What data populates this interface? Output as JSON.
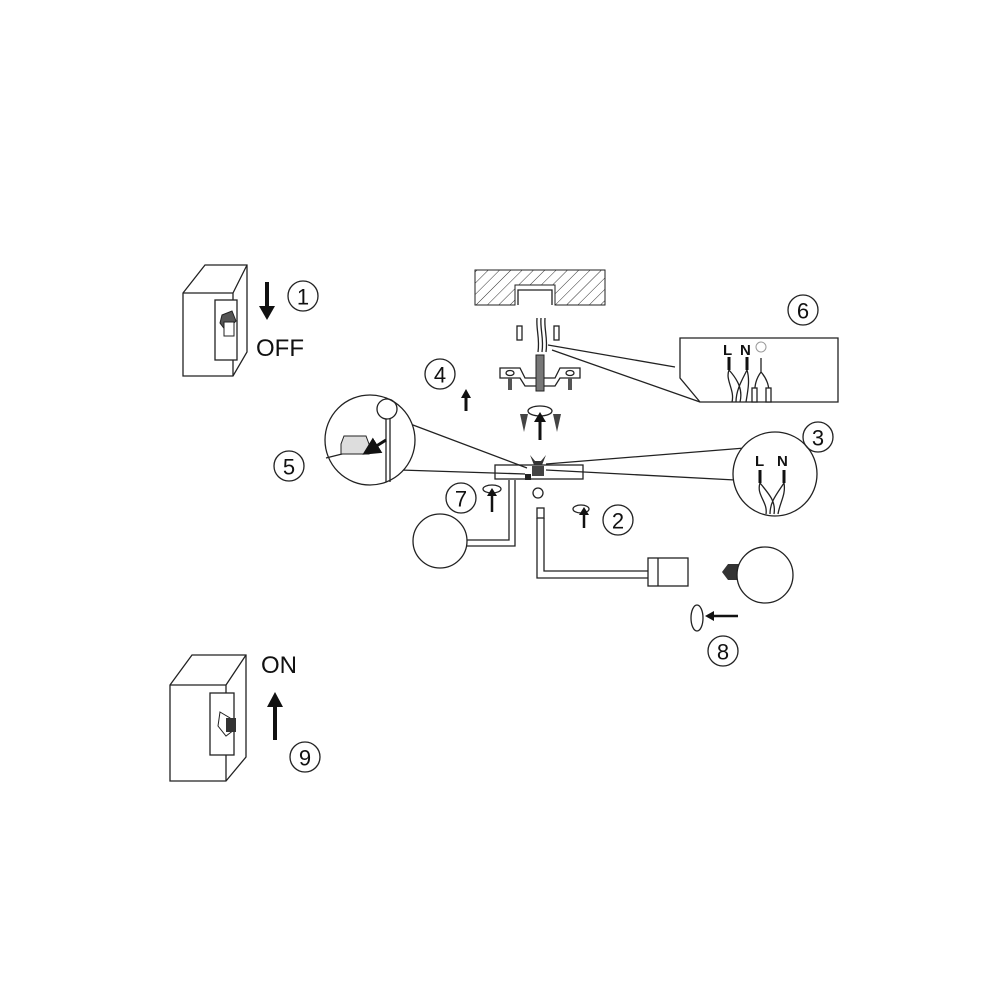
{
  "title": "Ceiling lamp installation instructions",
  "steps": [
    "1",
    "2",
    "3",
    "4",
    "5",
    "6",
    "7",
    "8",
    "9"
  ],
  "labels": {
    "off": "OFF",
    "on": "ON",
    "live": "L",
    "neutral": "N"
  },
  "colors": {
    "line": "#222222",
    "background": "#ffffff"
  }
}
